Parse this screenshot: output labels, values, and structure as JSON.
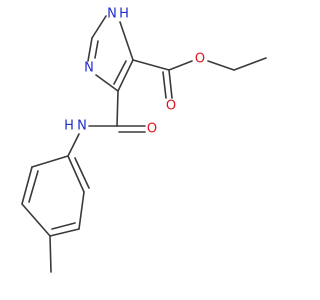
{
  "atom_labels": {
    "n1h": "N",
    "n1h_h": "H",
    "n3": "N",
    "o_ester_carbonyl": "O",
    "o_ester_ether": "O",
    "nh_amide": "N",
    "nh_amide_h": "H",
    "o_amide": "O"
  },
  "colors": {
    "bond": "#3a3a3a",
    "nitrogen": "#1f2ccc",
    "oxygen": "#e0141c",
    "background": "#ffffff"
  }
}
